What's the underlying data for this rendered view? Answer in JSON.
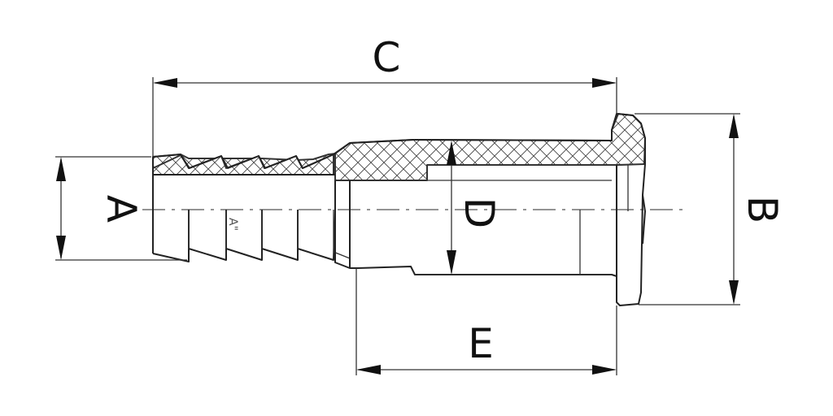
{
  "drawing": {
    "labels": {
      "A": "A",
      "B": "B",
      "C": "C",
      "D": "D",
      "E": "E"
    },
    "small_mark": "A\""
  }
}
